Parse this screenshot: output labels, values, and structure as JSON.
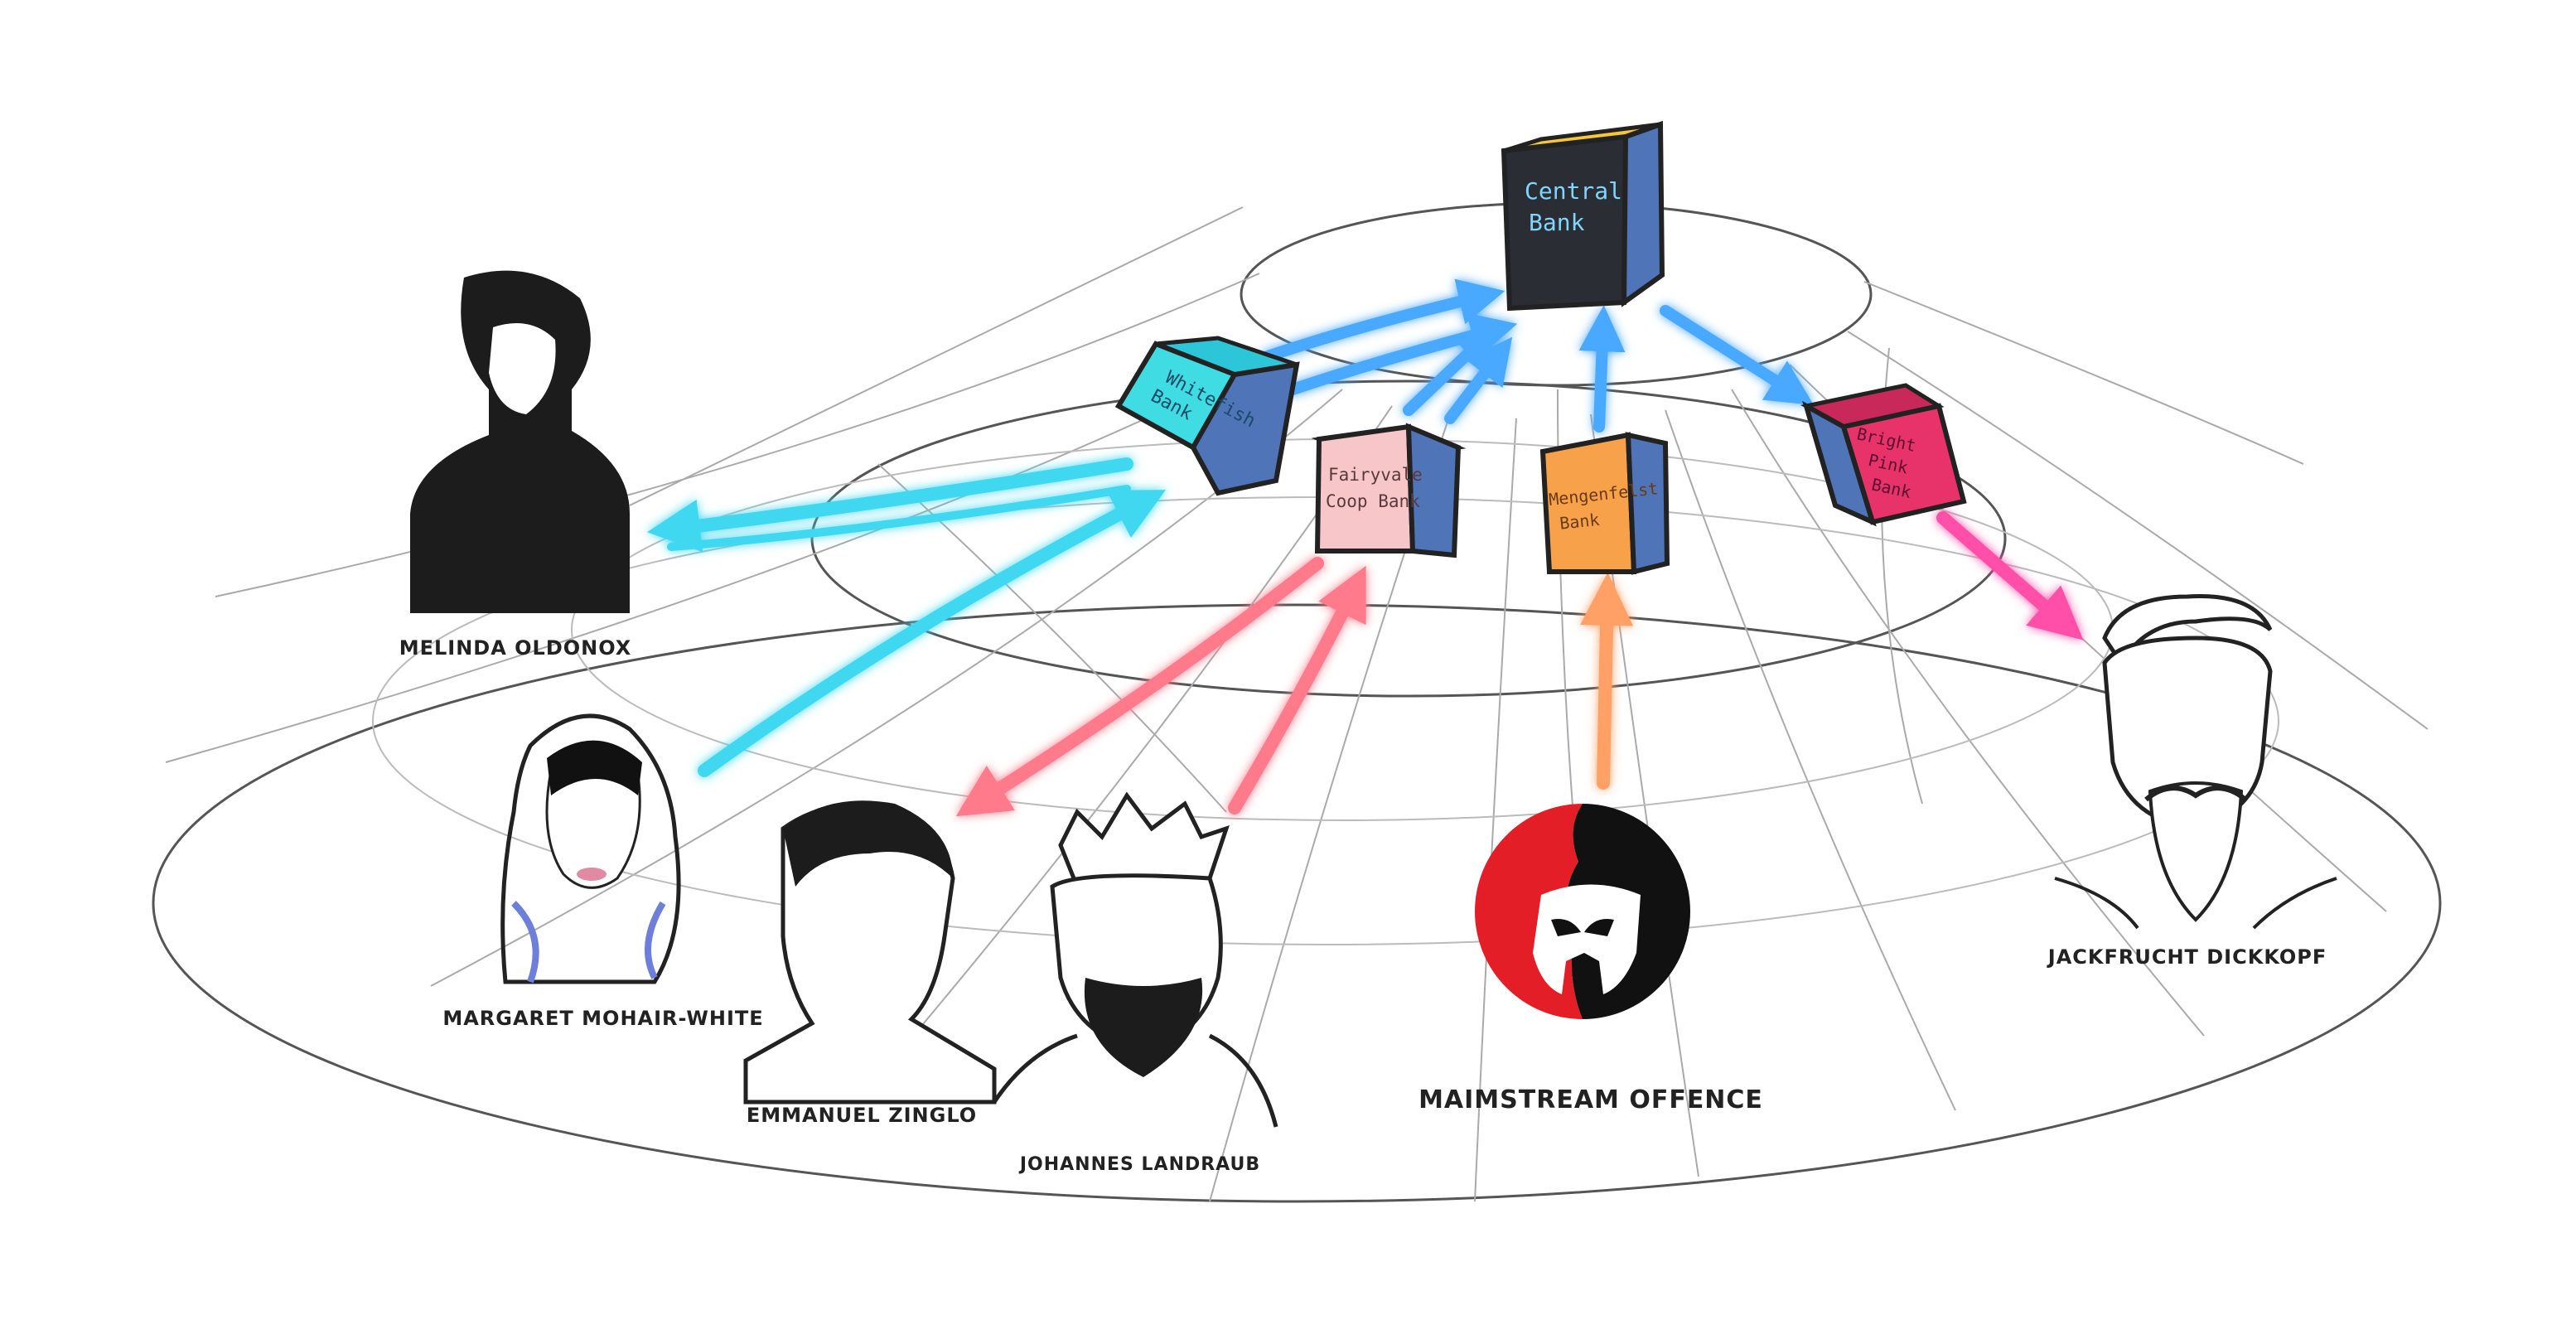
{
  "banks": {
    "central": {
      "label_lines": [
        "Central",
        "Bank"
      ]
    },
    "whitefish": {
      "label_lines": [
        "Whitefish",
        "Bank"
      ]
    },
    "fairyvale": {
      "label_lines": [
        "Fairyvale",
        "Coop Bank"
      ]
    },
    "mengenfelst": {
      "label_lines": [
        "Mengenfelst",
        "Bank"
      ]
    },
    "brightpink": {
      "label_lines": [
        "Bright",
        "Pink",
        "Bank"
      ]
    }
  },
  "people": {
    "melinda": "MELINDA OLDONOX",
    "margaret": "MARGARET MOHAIR-WHITE",
    "emmanuel": "EMMANUEL ZINGLO",
    "johannes": "JOHANNES LANDRAUB",
    "maimstream": "MAIMSTREAM OFFENCE",
    "jackfrucht": "JACKFRUCHT DICKKOPF"
  },
  "colors": {
    "arrow_blue": "#4aa8ff",
    "arrow_cyan": "#3fd8f0",
    "arrow_pink": "#ff7a8a",
    "arrow_orange": "#ffa066",
    "arrow_magenta": "#ff4fa8",
    "central_face": "#2a2d33",
    "whitefish_face": "#3fdce4",
    "fairyvale_face": "#f6c6c9",
    "mengenfelst_face": "#f7a24a",
    "brightpink_face": "#e8326a",
    "side_face": "#4f74b8",
    "logo_red": "#e41e26"
  },
  "icons": [
    "central-bank-cube",
    "whitefish-bank-cube",
    "fairyvale-bank-cube",
    "mengenfelst-bank-cube",
    "brightpink-bank-cube",
    "spartan-helmet-logo"
  ]
}
